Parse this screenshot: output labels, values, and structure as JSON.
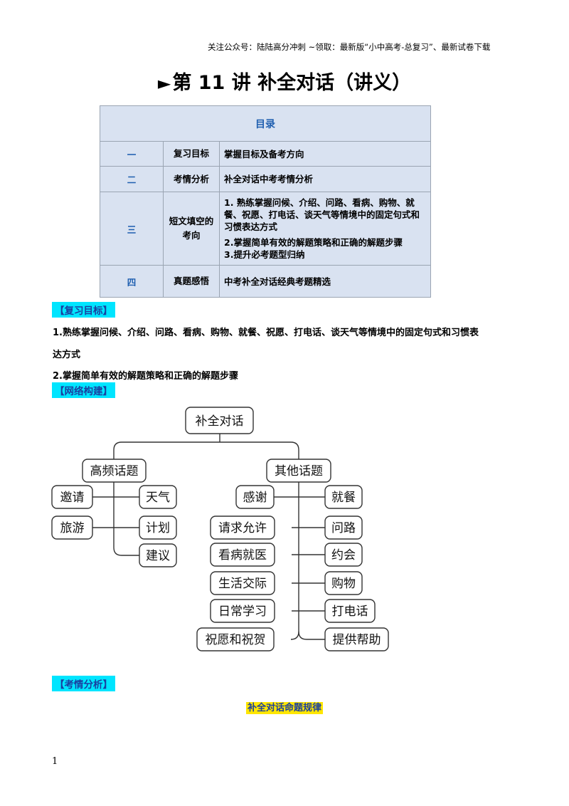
{
  "header_note": "关注公众号：陆陆高分冲刺  ~领取：最新版“小中高考-总复习”、最新试卷下载",
  "title": {
    "arrow": "►",
    "text": "第 11 讲  补全对话（讲义）"
  },
  "toc": {
    "heading": "目录",
    "rows": [
      {
        "num": "一",
        "category": "复习目标",
        "desc": [
          "掌握目标及备考方向"
        ]
      },
      {
        "num": "二",
        "category": "考情分析",
        "desc": [
          "补全对话中考考情分析"
        ]
      },
      {
        "num": "三",
        "category": "短文填空的考向",
        "desc": [
          "1.  熟练掌握问候、介绍、问路、看病、购物、就餐、祝愿、打电话、谈天气等情境中的固定句式和习惯表达方式",
          "2.掌握简单有效的解题策略和正确的解题步骤",
          "3.提升必考题型归纳"
        ]
      },
      {
        "num": "四",
        "category": "真题感悟",
        "desc": [
          "中考补全对话经典考题精选"
        ]
      }
    ]
  },
  "review_goals": {
    "tag": "【复习目标】",
    "line1": "1.熟练掌握问候、介绍、问路、看病、购物、就餐、祝愿、打电话、谈天气等情境中的固定句式和习惯表",
    "line1_cont": "达方式",
    "line2": "2.掌握简单有效的解题策略和正确的解题步骤"
  },
  "network": {
    "tag": "【网络构建】",
    "root": "补全对话",
    "left_branch": {
      "title": "高频话题",
      "left_items": [
        "邀请",
        "旅游"
      ],
      "right_items": [
        "天气",
        "计划",
        "建议"
      ]
    },
    "right_branch": {
      "title": "其他话题",
      "left_items": [
        "感谢",
        "请求允许",
        "看病就医",
        "生活交际",
        "日常学习",
        "祝愿和祝贺"
      ],
      "right_items": [
        "就餐",
        "问路",
        "约会",
        "购物",
        "打电话",
        "提供帮助"
      ]
    }
  },
  "exam_analysis": {
    "tag": "【考情分析】",
    "subtitle": "补全对话命题规律"
  },
  "page_number": "1",
  "colors": {
    "tag_bg": "#00e5ff",
    "tag_text": "#1a3fa0",
    "toc_bg": "#d9e2f1",
    "highlight": "#ffe600"
  }
}
